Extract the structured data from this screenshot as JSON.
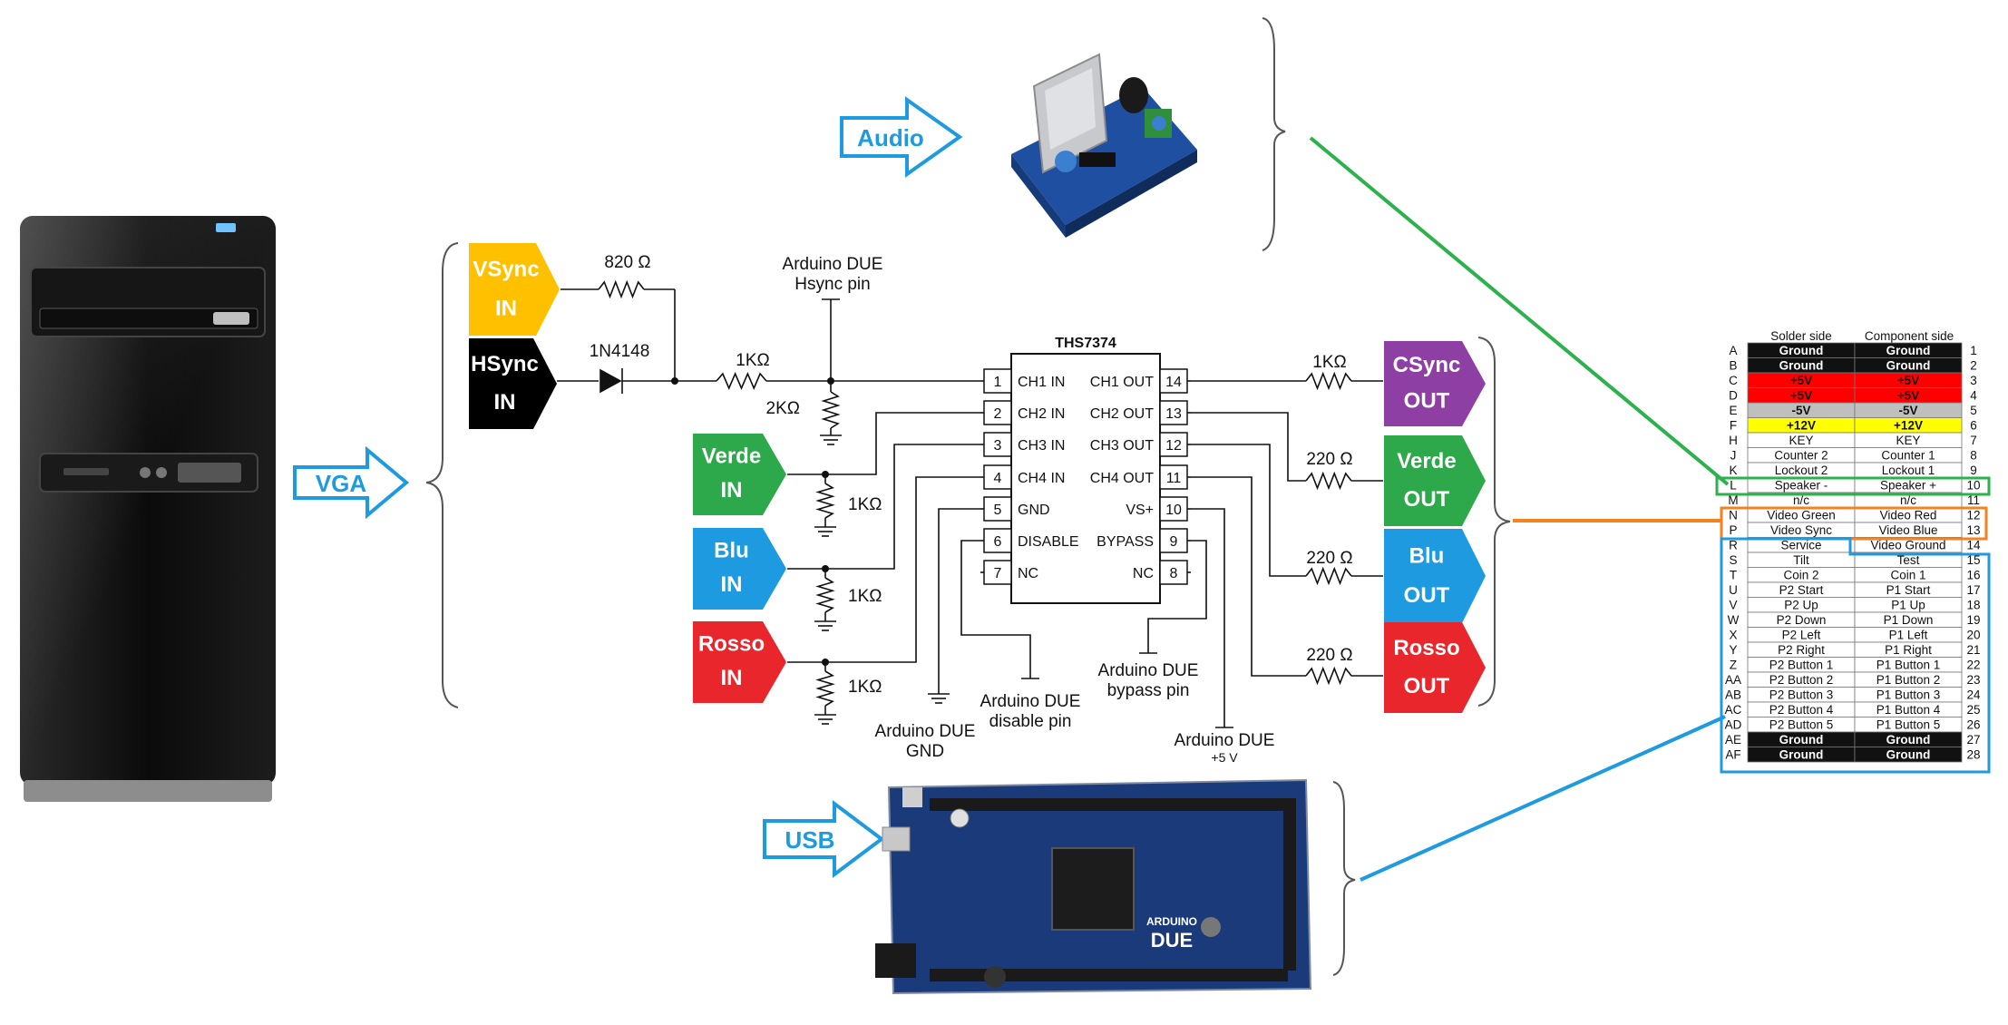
{
  "tags": {
    "vga": "VGA",
    "audio": "Audio",
    "usb": "USB",
    "vsync": [
      "VSync",
      "IN"
    ],
    "hsync": [
      "HSync",
      "IN"
    ],
    "verde_in": [
      "Verde",
      "IN"
    ],
    "blu_in": [
      "Blu",
      "IN"
    ],
    "rosso_in": [
      "Rosso",
      "IN"
    ],
    "csync_out": [
      "CSync",
      "OUT"
    ],
    "verde_out": [
      "Verde",
      "OUT"
    ],
    "blu_out": [
      "Blu",
      "OUT"
    ],
    "rosso_out": [
      "Rosso",
      "OUT"
    ]
  },
  "components": {
    "r_vsync": "820 Ω",
    "diode": "1N4148",
    "r_hsync": "1KΩ",
    "r_2k": "2KΩ",
    "r_verde_in": "1KΩ",
    "r_blu_in": "1KΩ",
    "r_rosso_in": "1KΩ",
    "r_csync_out": "1KΩ",
    "r_verde_out": "220 Ω",
    "r_blu_out": "220 Ω",
    "r_rosso_out": "220 Ω"
  },
  "arduino_labels": {
    "hsync": [
      "Arduino DUE",
      "Hsync pin"
    ],
    "gnd": [
      "Arduino DUE",
      "GND"
    ],
    "disable": [
      "Arduino DUE",
      "disable pin"
    ],
    "bypass": [
      "Arduino DUE",
      "bypass pin"
    ],
    "plus5": [
      "Arduino DUE",
      "+5 V"
    ]
  },
  "chip": {
    "name": "THS7374",
    "left_pins": [
      {
        "num": "1",
        "label": "CH1 IN"
      },
      {
        "num": "2",
        "label": "CH2 IN"
      },
      {
        "num": "3",
        "label": "CH3 IN"
      },
      {
        "num": "4",
        "label": "CH4 IN"
      },
      {
        "num": "5",
        "label": "GND"
      },
      {
        "num": "6",
        "label": "DISABLE"
      },
      {
        "num": "7",
        "label": "NC"
      }
    ],
    "right_pins": [
      {
        "num": "14",
        "label": "CH1 OUT"
      },
      {
        "num": "13",
        "label": "CH2 OUT"
      },
      {
        "num": "12",
        "label": "CH3 OUT"
      },
      {
        "num": "11",
        "label": "CH4 OUT"
      },
      {
        "num": "10",
        "label": "VS+"
      },
      {
        "num": "9",
        "label": "BYPASS"
      },
      {
        "num": "8",
        "label": "NC"
      }
    ]
  },
  "board_text": {
    "arduino": "ARDUINO",
    "due": "DUE"
  },
  "pinout": {
    "headers": [
      "Solder side",
      "Component side"
    ],
    "rows": [
      {
        "letter": "A",
        "solder": "Ground",
        "component": "Ground",
        "num": "1",
        "style": "black"
      },
      {
        "letter": "B",
        "solder": "Ground",
        "component": "Ground",
        "num": "2",
        "style": "black"
      },
      {
        "letter": "C",
        "solder": "+5V",
        "component": "+5V",
        "num": "3",
        "style": "red"
      },
      {
        "letter": "D",
        "solder": "+5V",
        "component": "+5V",
        "num": "4",
        "style": "red"
      },
      {
        "letter": "E",
        "solder": "-5V",
        "component": "-5V",
        "num": "5",
        "style": "gray"
      },
      {
        "letter": "F",
        "solder": "+12V",
        "component": "+12V",
        "num": "6",
        "style": "yellow"
      },
      {
        "letter": "H",
        "solder": "KEY",
        "component": "KEY",
        "num": "7",
        "style": "plain"
      },
      {
        "letter": "J",
        "solder": "Counter 2",
        "component": "Counter 1",
        "num": "8",
        "style": "plain"
      },
      {
        "letter": "K",
        "solder": "Lockout 2",
        "component": "Lockout 1",
        "num": "9",
        "style": "plain"
      },
      {
        "letter": "L",
        "solder": "Speaker -",
        "component": "Speaker +",
        "num": "10",
        "style": "plain"
      },
      {
        "letter": "M",
        "solder": "n/c",
        "component": "n/c",
        "num": "11",
        "style": "plain"
      },
      {
        "letter": "N",
        "solder": "Video Green",
        "component": "Video Red",
        "num": "12",
        "style": "plain"
      },
      {
        "letter": "P",
        "solder": "Video Sync",
        "component": "Video Blue",
        "num": "13",
        "style": "plain"
      },
      {
        "letter": "R",
        "solder": "Service",
        "component": "Video Ground",
        "num": "14",
        "style": "plain"
      },
      {
        "letter": "S",
        "solder": "Tilt",
        "component": "Test",
        "num": "15",
        "style": "plain"
      },
      {
        "letter": "T",
        "solder": "Coin 2",
        "component": "Coin 1",
        "num": "16",
        "style": "plain"
      },
      {
        "letter": "U",
        "solder": "P2 Start",
        "component": "P1 Start",
        "num": "17",
        "style": "plain"
      },
      {
        "letter": "V",
        "solder": "P2 Up",
        "component": "P1 Up",
        "num": "18",
        "style": "plain"
      },
      {
        "letter": "W",
        "solder": "P2 Down",
        "component": "P1 Down",
        "num": "19",
        "style": "plain"
      },
      {
        "letter": "X",
        "solder": "P2 Left",
        "component": "P1 Left",
        "num": "20",
        "style": "plain"
      },
      {
        "letter": "Y",
        "solder": "P2 Right",
        "component": "P1 Right",
        "num": "21",
        "style": "plain"
      },
      {
        "letter": "Z",
        "solder": "P2 Button 1",
        "component": "P1 Button 1",
        "num": "22",
        "style": "plain"
      },
      {
        "letter": "AA",
        "solder": "P2 Button 2",
        "component": "P1 Button 2",
        "num": "23",
        "style": "plain"
      },
      {
        "letter": "AB",
        "solder": "P2 Button 3",
        "component": "P1 Button 3",
        "num": "24",
        "style": "plain"
      },
      {
        "letter": "AC",
        "solder": "P2 Button 4",
        "component": "P1 Button 4",
        "num": "25",
        "style": "plain"
      },
      {
        "letter": "AD",
        "solder": "P2 Button 5",
        "component": "P1 Button 5",
        "num": "26",
        "style": "plain"
      },
      {
        "letter": "AE",
        "solder": "Ground",
        "component": "Ground",
        "num": "27",
        "style": "black"
      },
      {
        "letter": "AF",
        "solder": "Ground",
        "component": "Ground",
        "num": "28",
        "style": "black"
      }
    ]
  },
  "colors": {
    "vsync": "#FFC000",
    "hsync": "#000000",
    "green": "#2DA84A",
    "blue": "#1E9BE0",
    "red": "#E8262C",
    "purple": "#8E3FA3",
    "arrow_outline": "#1E9BE0",
    "line_green": "#2BB24C",
    "line_orange": "#F58220",
    "line_blue": "#1E9BE0",
    "pinout_red": "#FF0000",
    "pinout_yellow": "#FFFF00",
    "pinout_gray": "#BFBFBF",
    "board": "#1B3A7A"
  }
}
